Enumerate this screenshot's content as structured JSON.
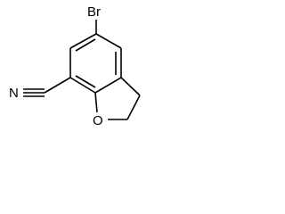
{
  "molecule": {
    "atoms": {
      "bromine": "Br",
      "nitrogen": "N",
      "oxygen": "O"
    },
    "colors": {
      "ink": "#000000",
      "background": "#ffffff"
    }
  }
}
